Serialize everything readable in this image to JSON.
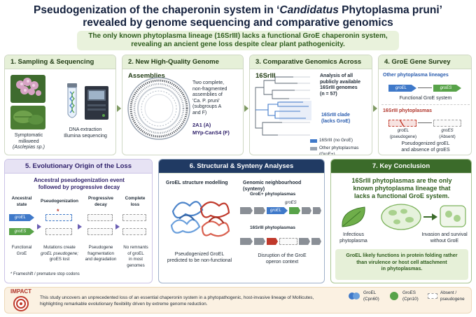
{
  "title": {
    "line1_prefix": "Pseudogenization of the chaperonin system in ‘",
    "line1_italic": "Candidatus",
    "line1_suffix": " Phytoplasma pruni’",
    "line2": "revealed by genome sequencing and comparative genomics"
  },
  "subtitle": {
    "line1": "The only known phytoplasma lineage (16SrIII) lacks a functional GroE chaperonin system,",
    "line2": "revealing an ancient gene loss despite clear plant pathogenicity."
  },
  "panel1": {
    "header": "1. Sampling & Sequencing",
    "milkweed_line1": "Symptomatic milkweed",
    "milkweed_line2": "(Asclepias sp.)",
    "dna_line1": "DNA extraction",
    "dna_line2": "Illumina sequencing"
  },
  "panel2": {
    "header": "2. New High-Quality Genome Assemblies",
    "desc": [
      "Two complete,",
      "non-fragmented",
      "assemblies of",
      "'Ca. P. pruni'",
      "(subgroups A",
      "and F)"
    ],
    "strain1": "2A1 (A)",
    "strain2": "MYp-CanS4 (F)"
  },
  "panel3": {
    "header": "3. Comparative Genomics Across 16SrIII",
    "analysis": [
      "Analysis of all",
      "publicly available",
      "16SrIII genomes",
      "(n = 57)"
    ],
    "clade": [
      "16SrIII clade",
      "(lacks GroE)"
    ],
    "legend1": "16SrIII (no GroE)",
    "legend2": "Other phytoplasmas (GroE+)"
  },
  "panel4": {
    "header": "4. GroE Gene Survey",
    "other_title": "Other phytoplasma lineages",
    "groEL": "groEL",
    "groES": "groES",
    "functional": "Functional GroE system",
    "p16_title": "16SrIII phytoplasmas",
    "pseudo_label": [
      "groEL",
      "(pseudogene)"
    ],
    "absent_label": [
      "groES",
      "(Absent)"
    ],
    "summary": [
      "Pseudogenized groEL",
      "and absence of groES"
    ]
  },
  "panel5": {
    "header": "5. Evolutionary Origin of the Loss",
    "headline": [
      "Ancestral pseudogenization event",
      "followed by progressive decay"
    ],
    "cols": [
      {
        "title": [
          "Ancestral",
          "state"
        ],
        "caption": [
          "Functional",
          "GroE"
        ]
      },
      {
        "title": [
          "Pseudogenization"
        ],
        "caption": [
          "Mutations create",
          "groEL pseudogene;",
          "groES lost"
        ]
      },
      {
        "title": [
          "Progressive",
          "decay"
        ],
        "caption": [
          "Pseudogene",
          "fragmentation",
          "and degradation"
        ]
      },
      {
        "title": [
          "Complete",
          "loss"
        ],
        "caption": [
          "No remnants",
          "of groEL",
          "in most genomes"
        ]
      }
    ],
    "star": "*",
    "footnote": "* Frameshift / premature stop codons"
  },
  "panel6": {
    "header": "6. Structural & Synteny Analyses",
    "struct_title": "GroEL structure modelling",
    "struct_caption": [
      "Pseudogenized GroEL",
      "predicted to be non-functional"
    ],
    "syn_title": "Genomic neighbourhood (synteny)",
    "groe_plus": "GroE+ phytoplasmas",
    "p16": "16SrIII phytoplasmas",
    "syn_caption": [
      "Disruption of the GroE",
      "operon context"
    ]
  },
  "panel7": {
    "header": "7. Key Conclusion",
    "headline": [
      "16SrIII phytoplasmas are the only",
      "known phytoplasma lineage that",
      "lacks a functional GroE system."
    ],
    "infectious": [
      "Infectious",
      "phytoplasma"
    ],
    "invasion": [
      "Invasion and survival",
      "without GroE"
    ],
    "footer": [
      "GroEL likely functions in protein folding rather",
      "than virulence or host cell attachment",
      "in phytoplasmas."
    ]
  },
  "impact": {
    "label": "IMPACT",
    "text": [
      "This study uncovers an unprecedented loss of an essential chaperonin system in a phytopathogenic, host-invasive lineage of Mollicutes,",
      "highlighting remarkable evolutionary flexibility driven by extreme genome reduction."
    ],
    "legend": [
      {
        "label": [
          "GroEL",
          "(Cpn60)"
        ],
        "color": "#3f79c9"
      },
      {
        "label": [
          "GroES",
          "(Cpn10)"
        ],
        "color": "#58a349"
      },
      {
        "label": [
          "Absent /",
          "pseudogene"
        ],
        "color": "#9a9a9a"
      }
    ]
  },
  "colors": {
    "navy": "#14213d",
    "groel": "#3f79c9",
    "groes": "#58a349",
    "accent_red": "#c0392b",
    "clade": "#6b8fd1"
  }
}
